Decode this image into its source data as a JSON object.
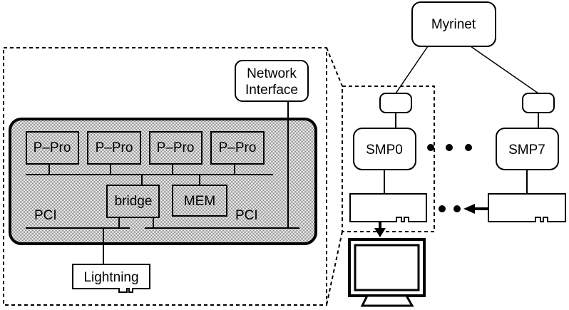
{
  "labels": {
    "myrinet": "Myrinet",
    "network_interface_line1": "Network",
    "network_interface_line2": "Interface",
    "processors": [
      "P–Pro",
      "P–Pro",
      "P–Pro",
      "P–Pro"
    ],
    "bridge": "bridge",
    "mem": "MEM",
    "pci_left": "PCI",
    "pci_right": "PCI",
    "lightning": "Lightning",
    "smp0": "SMP0",
    "smp7": "SMP7"
  },
  "colors": {
    "node_fill": "#c8c8c8",
    "stroke": "#000000"
  }
}
